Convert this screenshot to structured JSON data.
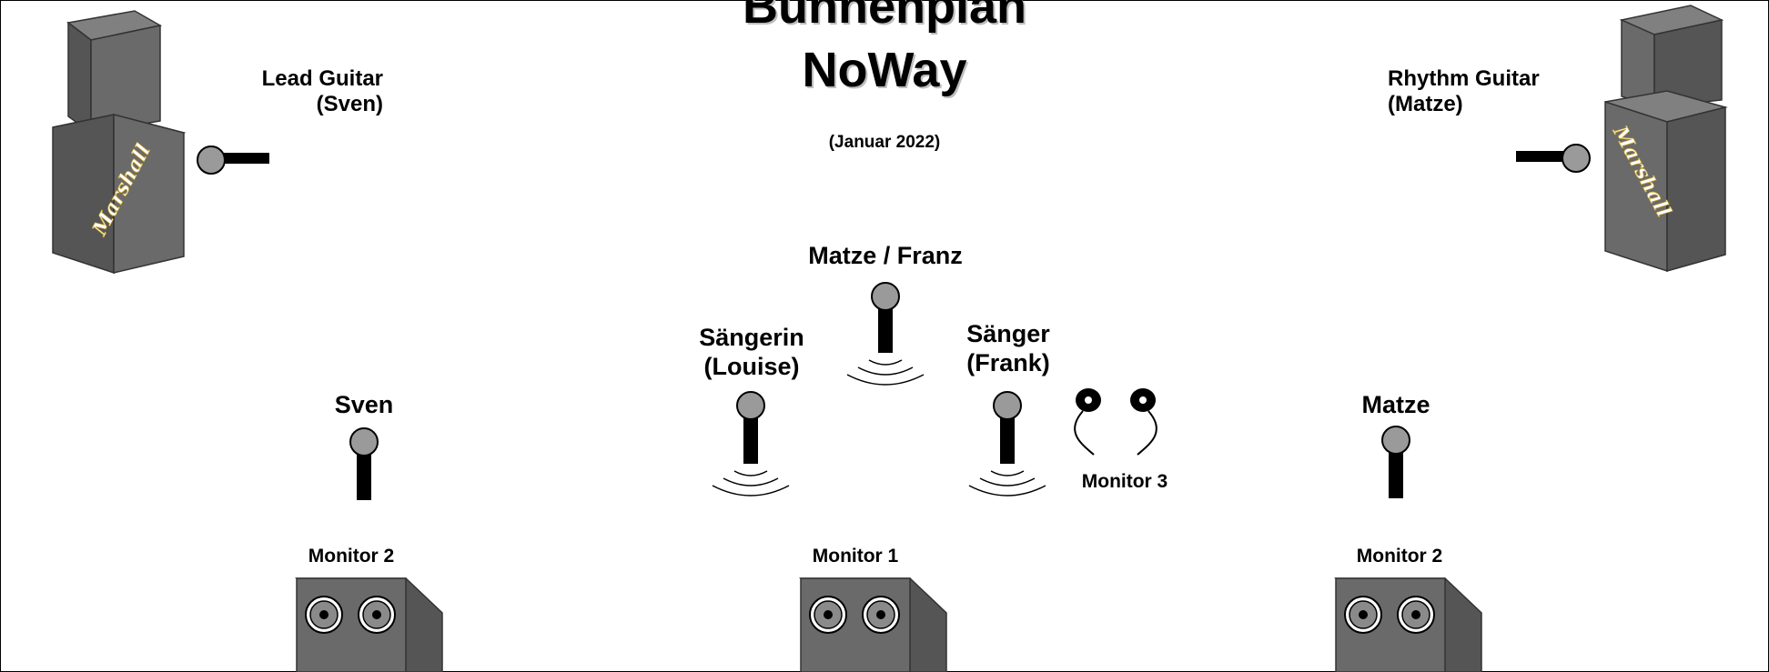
{
  "title": {
    "line1": "Bühnenplan",
    "line2": "NoWay",
    "date": "(Januar 2022)"
  },
  "amps": {
    "lead": {
      "label_line1": "Lead Guitar",
      "label_line2": "(Sven)",
      "brand": "Marshall"
    },
    "rhythm": {
      "label_line1": "Rhythm Guitar",
      "label_line2": "(Matze)",
      "brand": "Marshall"
    }
  },
  "mics": {
    "center": "Matze / Franz",
    "left_singer_line1": "Sängerin",
    "left_singer_line2": "(Louise)",
    "right_singer_line1": "Sänger",
    "right_singer_line2": "(Frank)",
    "left_backing": "Sven",
    "right_backing": "Matze"
  },
  "monitors": {
    "left": "Monitor 2",
    "center": "Monitor 1",
    "right": "Monitor 2",
    "in_ear": "Monitor 3"
  },
  "colors": {
    "amp_front": "#6a6a6a",
    "amp_side": "#555555",
    "amp_top": "#808080",
    "mic_head": "#9a9a9a",
    "stand": "#000000"
  }
}
